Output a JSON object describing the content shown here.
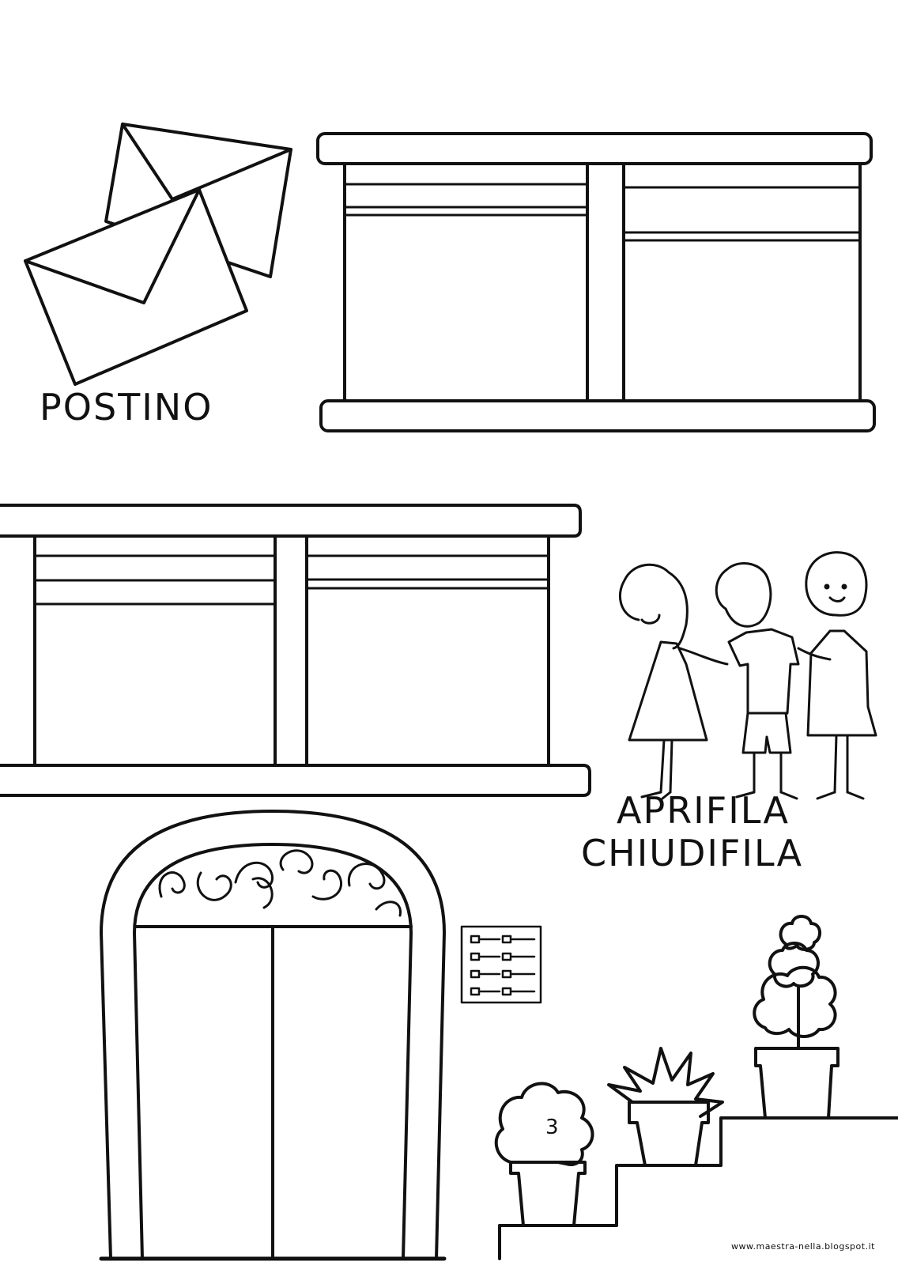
{
  "labels": {
    "postino": "POSTINO",
    "aprifila": "APRIFILA",
    "chiudifila": "CHIUDIFILA",
    "credit": "www.maestra-nella.blogspot.it",
    "house_number": "3"
  },
  "icons": {
    "envelopes": "envelope-icon",
    "children": "children-in-line-icon",
    "intercom": "intercom-panel-icon"
  },
  "colors": {
    "ink": "#111111",
    "paper": "#ffffff"
  }
}
